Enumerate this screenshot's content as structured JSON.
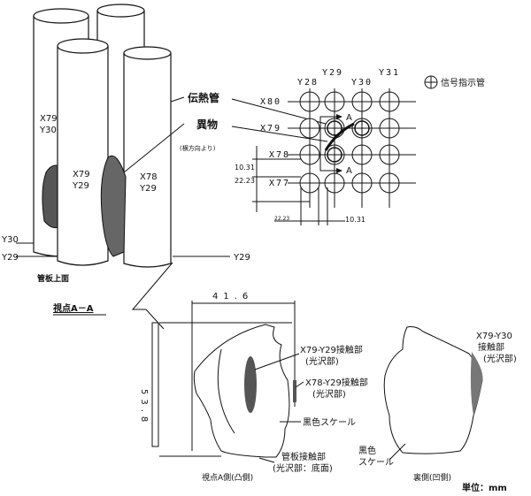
{
  "tube_view": {
    "tubes": [
      {
        "label_x": "X79",
        "label_y": "Y30"
      },
      {
        "label_x": "X79",
        "label_y": "Y29"
      },
      {
        "label_x": "X78",
        "label_y": "Y29"
      }
    ],
    "left_y30": "Y30",
    "left_y29": "Y29",
    "right_y29": "Y29",
    "tubesheet_top": "管板上面",
    "heat_tube": "伝熱管",
    "foreign_object": "異物",
    "from_side": "(横方向より)"
  },
  "grid": {
    "columns": [
      "Y28",
      "Y29",
      "Y30",
      "Y31"
    ],
    "rows": [
      "X80",
      "X79",
      "X78",
      "X77"
    ],
    "section_marker": "A",
    "legend": "信号指示管",
    "dim_v1": "10.31",
    "dim_v2": "22.23",
    "dim_h1": "22.23",
    "dim_h2": "10.31"
  },
  "section": {
    "title": "視点A－A",
    "width": "41.6",
    "height": "53.8",
    "contact1": "X79-Y29接触部",
    "contact1_sub": "(光沢部)",
    "contact2": "X78-Y29接触部",
    "contact2_sub": "(光沢部)",
    "black_scale": "黒色スケール",
    "tubesheet_contact": "管板接触部",
    "tubesheet_contact_sub": "(光沢部：底面)",
    "front_caption": "視点A側(凸側)",
    "back_contact_1": "X79-Y30",
    "back_contact_2": "接触部",
    "back_contact_3": "(光沢部)",
    "back_black_1": "黒色",
    "back_black_2": "スケール",
    "back_caption": "裏側(凹側)",
    "unit": "単位：mm"
  }
}
